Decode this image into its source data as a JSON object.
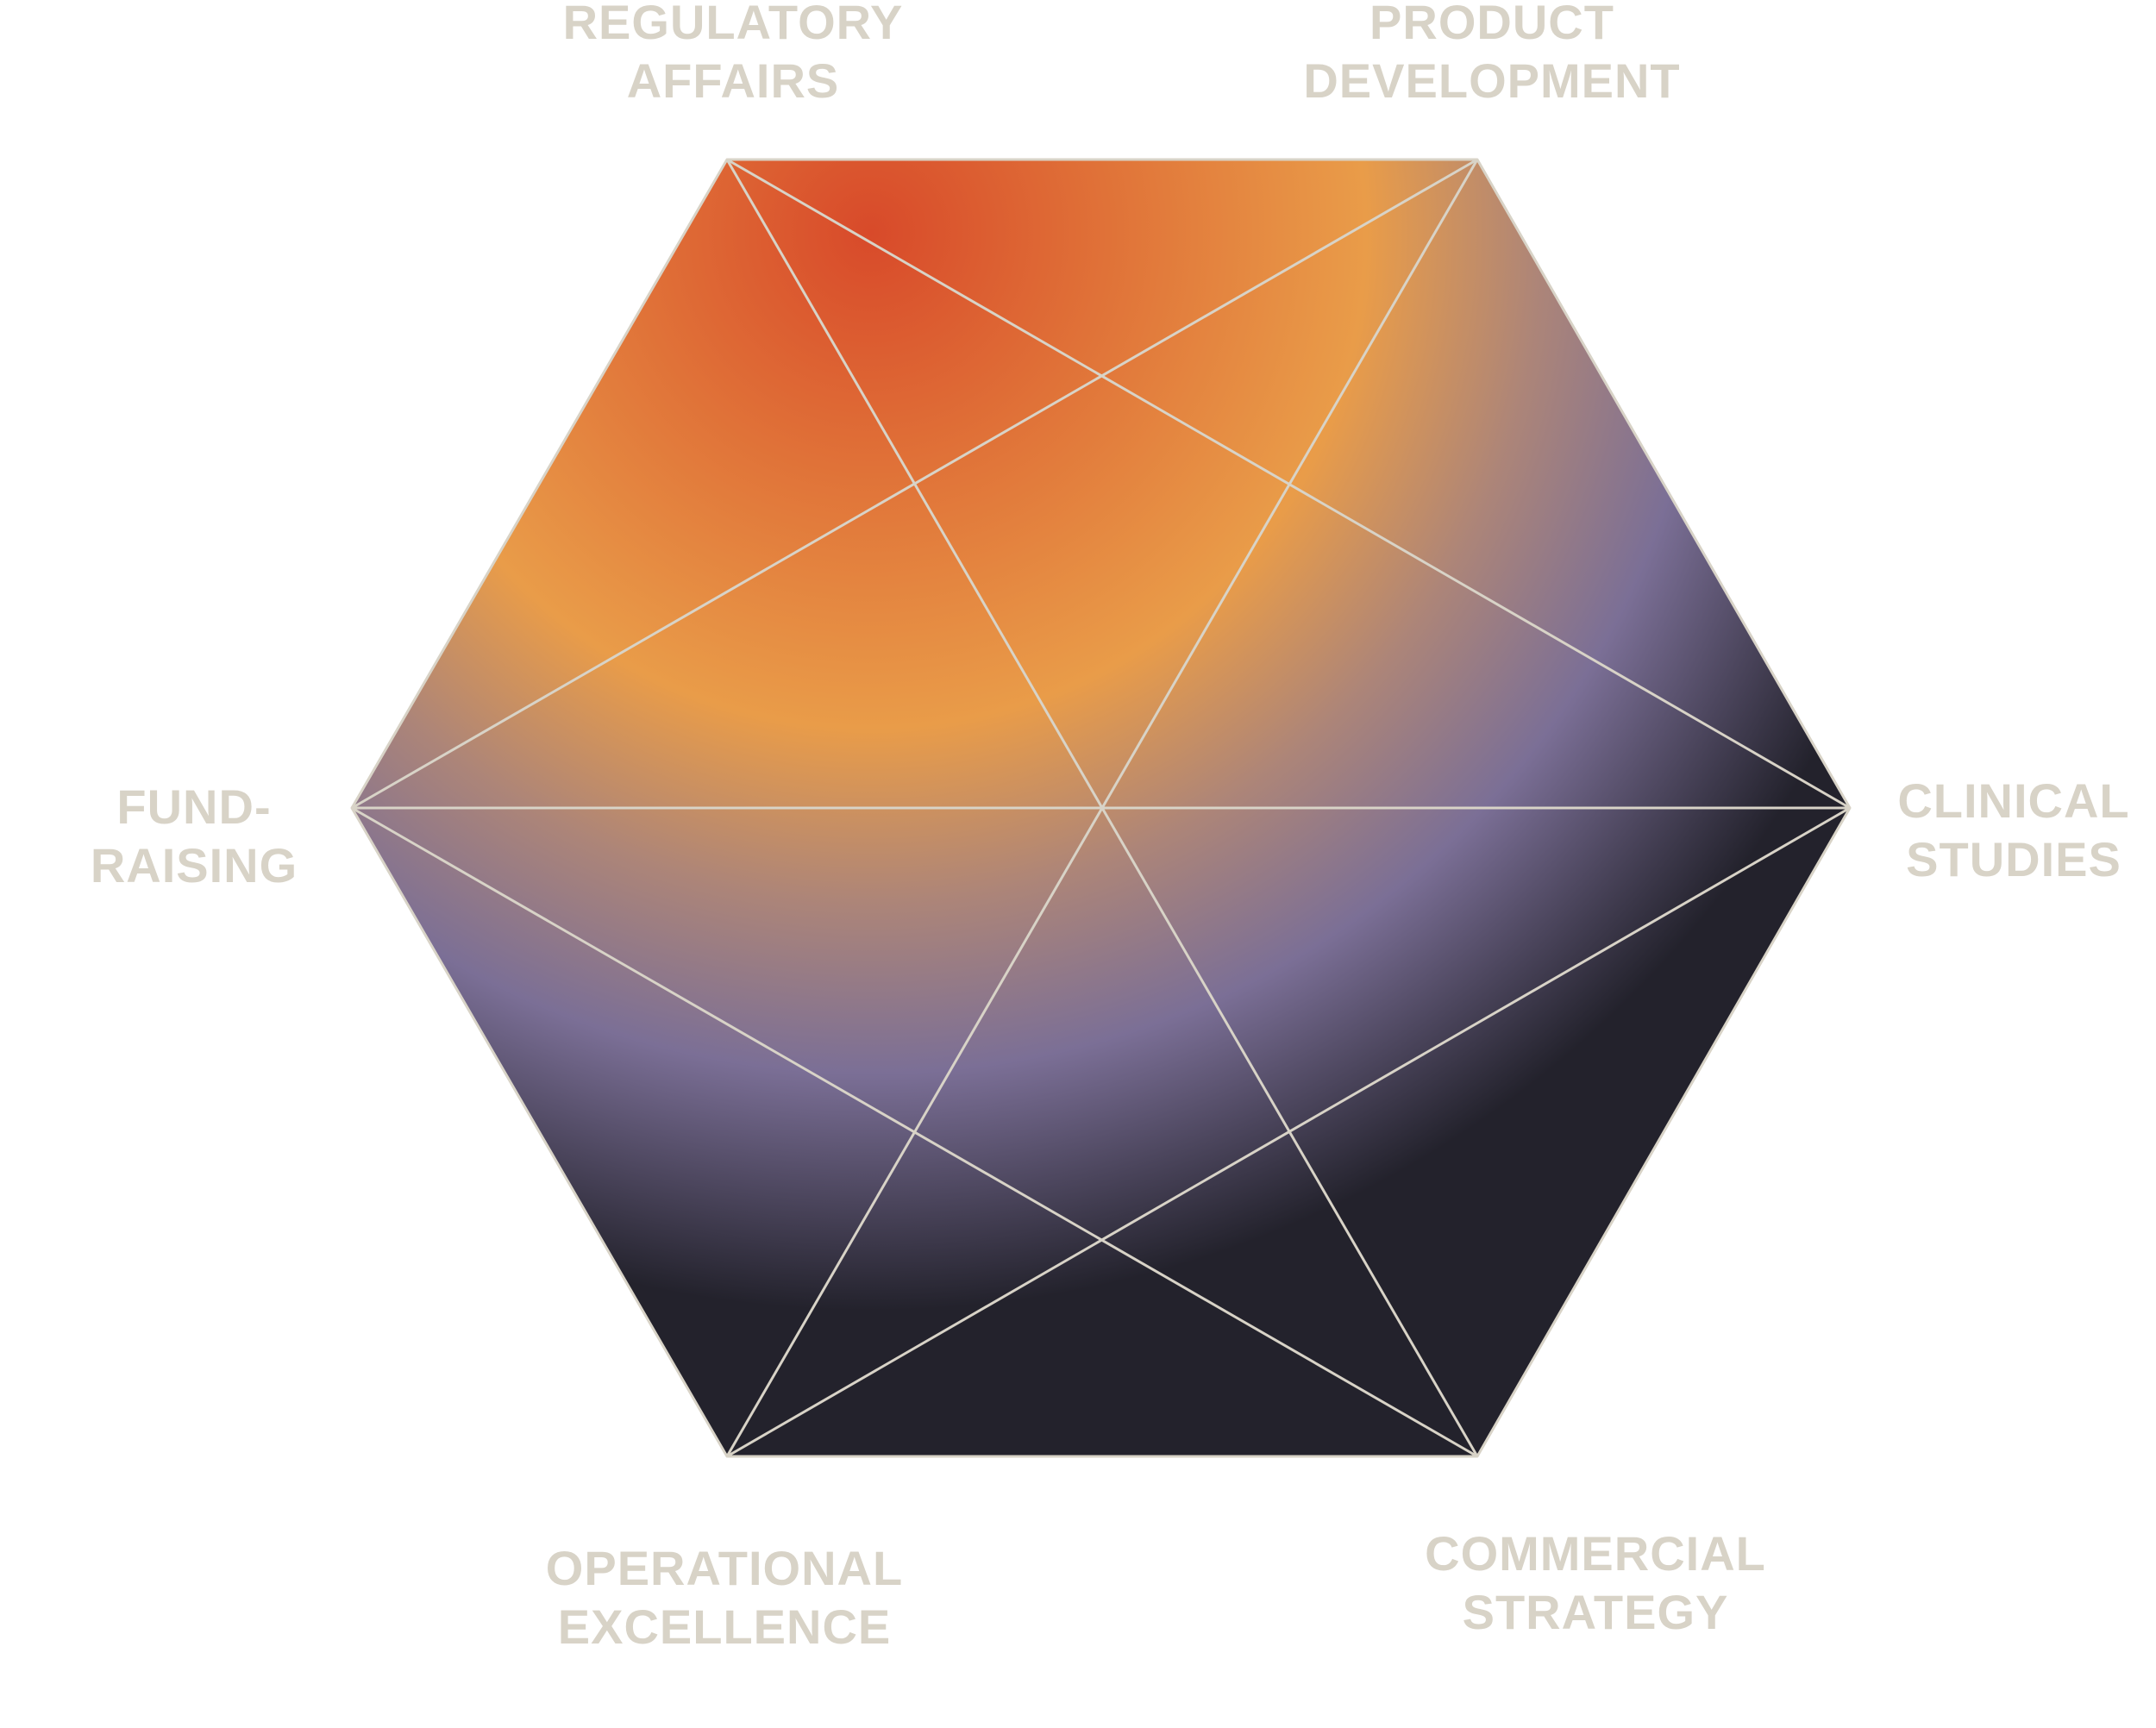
{
  "diagram": {
    "vertices": [
      {
        "id": "regulatory-affairs",
        "line1": "REGULATORY",
        "line2": "AFFAIRS"
      },
      {
        "id": "product-development",
        "line1": "PRODUCT",
        "line2": "DEVELOPMENT"
      },
      {
        "id": "clinical-studies",
        "line1": "CLINICAL",
        "line2": "STUDIES"
      },
      {
        "id": "commercial-strategy",
        "line1": "COMMERCIAL",
        "line2": "STRATEGY"
      },
      {
        "id": "operational-excellence",
        "line1": "OPERATIONAL",
        "line2": "EXCELLENCE"
      },
      {
        "id": "fund-raising",
        "line1": "FUND-",
        "line2": "RAISING"
      }
    ],
    "colors": {
      "label": "#d8d3c7",
      "edge": "#d8d3c7",
      "gradient_core": "#d84a2a",
      "gradient_mid": "#e99c49",
      "gradient_outer": "#7b6f96",
      "gradient_edge": "#23222c"
    }
  }
}
